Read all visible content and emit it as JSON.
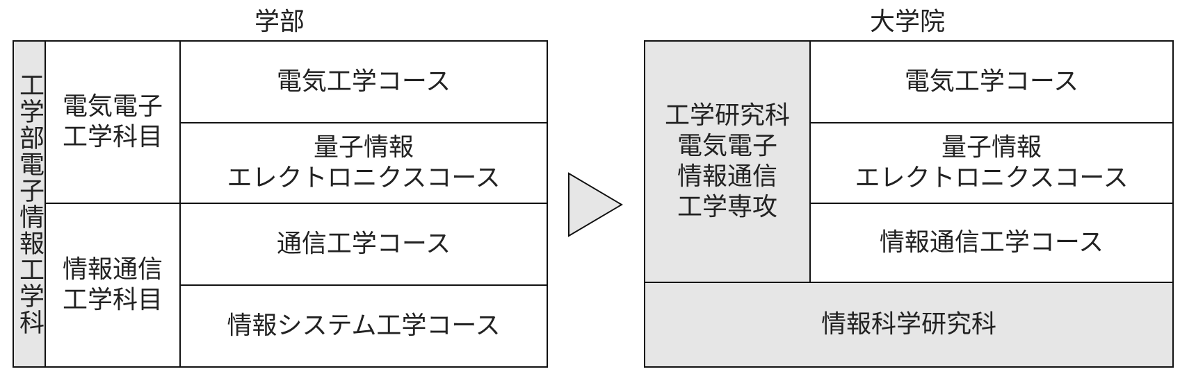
{
  "undergrad": {
    "title": "学部",
    "faculty": "工学部電子情報工学科",
    "subjects": [
      {
        "label": "電気電子\n工学科目"
      },
      {
        "label": "情報通信\n工学科目"
      }
    ],
    "courses": [
      {
        "label": "電気工学コース"
      },
      {
        "label": "量子情報\nエレクトロニクスコース"
      },
      {
        "label": "通信工学コース"
      },
      {
        "label": "情報システム工学コース"
      }
    ]
  },
  "grad": {
    "title": "大学院",
    "major": "工学研究科\n電気電子\n情報通信\n工学専攻",
    "courses": [
      {
        "label": "電気工学コース"
      },
      {
        "label": "量子情報\nエレクトロニクスコース"
      },
      {
        "label": "情報通信工学コース"
      }
    ],
    "other": "情報科学研究科"
  },
  "colors": {
    "gray_fill": "#e6e6e6",
    "border": "#111111"
  },
  "icons": {
    "arrow": "right-triangle-arrow-icon"
  }
}
